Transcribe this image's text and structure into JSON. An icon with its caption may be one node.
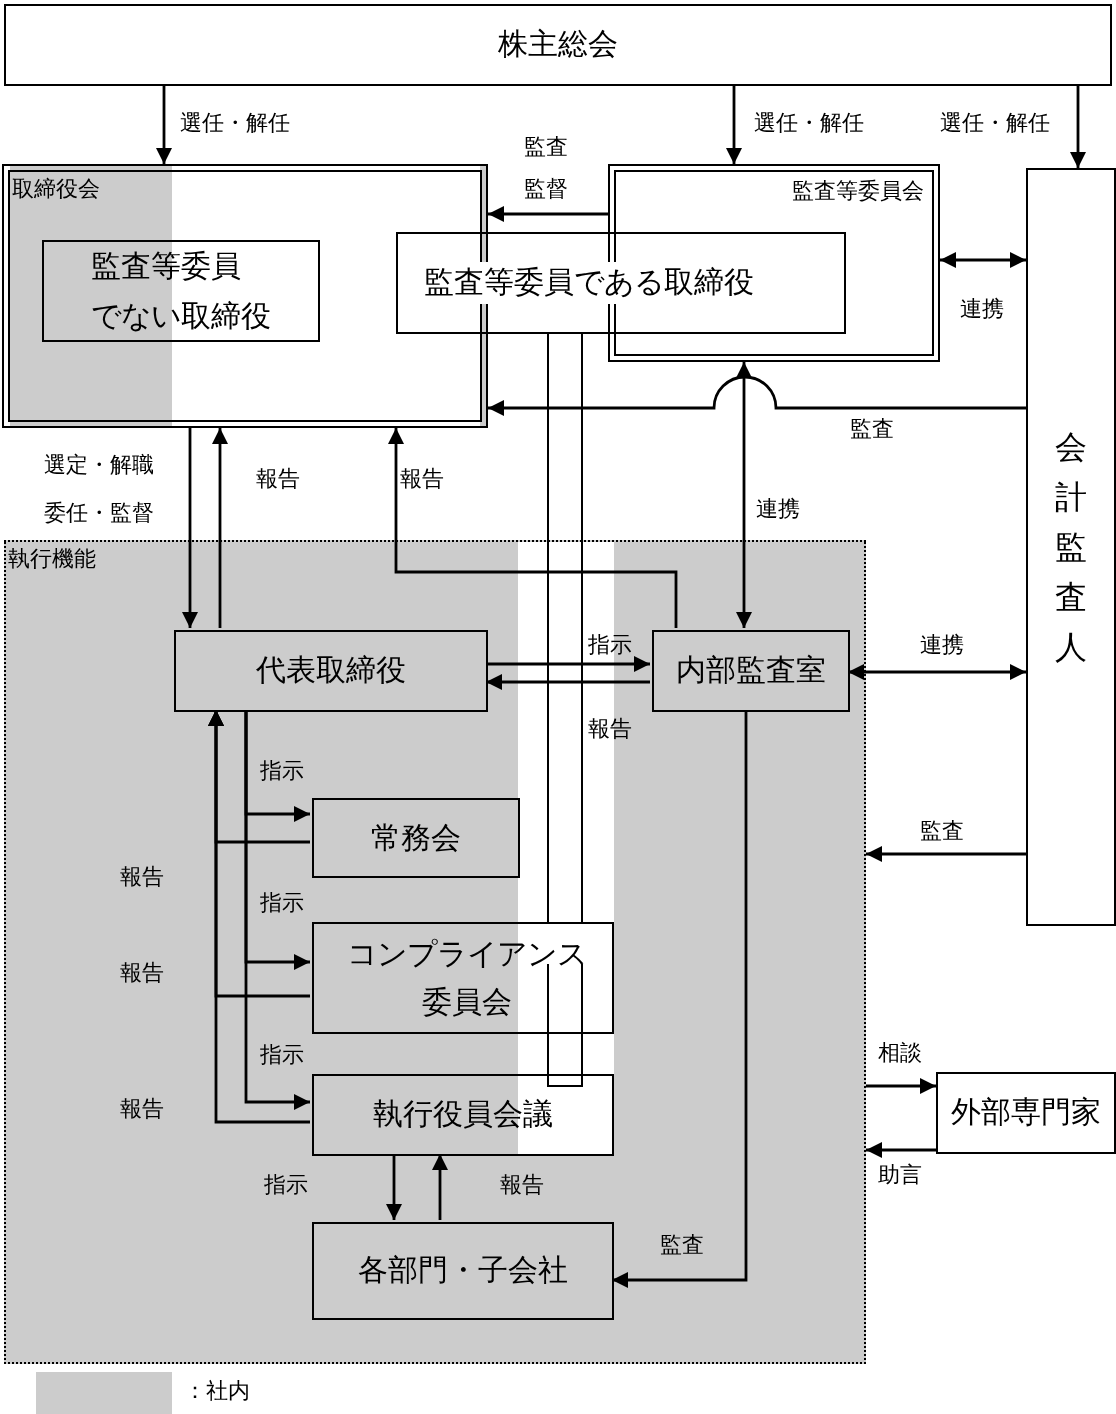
{
  "diagram": {
    "nodes": [
      {
        "text": [
          "株主総会"
        ]
      },
      {
        "text": [
          "取締役会"
        ]
      },
      {
        "text": [
          "監査等委員でない取締役"
        ],
        "in": 1
      },
      {
        "text": [
          "監査等委員である取締役"
        ]
      },
      {
        "text": [
          "監査等委員会"
        ]
      },
      {
        "text": [
          "会計監査人"
        ]
      },
      {
        "text": [
          "執行機能"
        ]
      },
      {
        "text": [
          "代表取締役"
        ],
        "in": 6
      },
      {
        "text": [
          "内部監査室"
        ],
        "in": 6
      },
      {
        "text": [
          "常務会"
        ],
        "in": 6
      },
      {
        "text": [
          "コンプライアンス委員会"
        ],
        "in": 6
      },
      {
        "text": [
          "執行役員会議"
        ],
        "in": 6
      },
      {
        "text": [
          "各部門・子会社"
        ],
        "in": 6
      },
      {
        "text": [
          "外部専門家"
        ]
      }
    ],
    "edges": [
      {
        "from": 0,
        "to": 1,
        "arrow": "to",
        "label": "選任・解任"
      },
      {
        "from": 0,
        "to": 4,
        "arrow": "to",
        "label": "選任・解任"
      },
      {
        "from": 0,
        "to": 5,
        "arrow": "to",
        "label": "選任・解任"
      },
      {
        "from": 4,
        "to": 1,
        "arrow": "to",
        "label": "監査監督"
      },
      {
        "from": 4,
        "to": 5,
        "arrow": "both",
        "label": "連携"
      },
      {
        "from": 5,
        "to": 1,
        "arrow": "to",
        "label": "監査"
      },
      {
        "from": 1,
        "to": 7,
        "arrow": "to",
        "label": "選定・解職委任・監督"
      },
      {
        "from": 7,
        "to": 1,
        "arrow": "to",
        "label": "報告"
      },
      {
        "from": 8,
        "to": 1,
        "arrow": "to",
        "label": "報告"
      },
      {
        "from": 4,
        "to": 8,
        "arrow": "both",
        "label": "連携"
      },
      {
        "from": 7,
        "to": 8,
        "arrow": "to",
        "label": "指示"
      },
      {
        "from": 8,
        "to": 7,
        "arrow": "to",
        "label": "報告"
      },
      {
        "from": 8,
        "to": 5,
        "arrow": "both",
        "label": "連携"
      },
      {
        "from": 5,
        "to": 6,
        "arrow": "to",
        "label": "監査"
      },
      {
        "from": 7,
        "to": 9,
        "arrow": "to",
        "label": "指示"
      },
      {
        "from": 7,
        "to": 10,
        "arrow": "to",
        "label": "指示"
      },
      {
        "from": 7,
        "to": 11,
        "arrow": "to",
        "label": "指示"
      },
      {
        "from": 9,
        "to": 7,
        "arrow": "to",
        "label": "報告"
      },
      {
        "from": 10,
        "to": 7,
        "arrow": "to",
        "label": "報告"
      },
      {
        "from": 11,
        "to": 7,
        "arrow": "to",
        "label": "報告"
      },
      {
        "from": 11,
        "to": 12,
        "arrow": "to",
        "label": "指示"
      },
      {
        "from": 12,
        "to": 11,
        "arrow": "to",
        "label": "報告"
      },
      {
        "from": 8,
        "to": 12,
        "arrow": "to",
        "label": "監査"
      },
      {
        "from": 6,
        "to": 13,
        "arrow": "to",
        "label": "相談"
      },
      {
        "from": 13,
        "to": 6,
        "arrow": "to",
        "label": "助言"
      }
    ],
    "legend": [
      {
        "text": "：社内",
        "color": "#cccccc"
      }
    ]
  }
}
